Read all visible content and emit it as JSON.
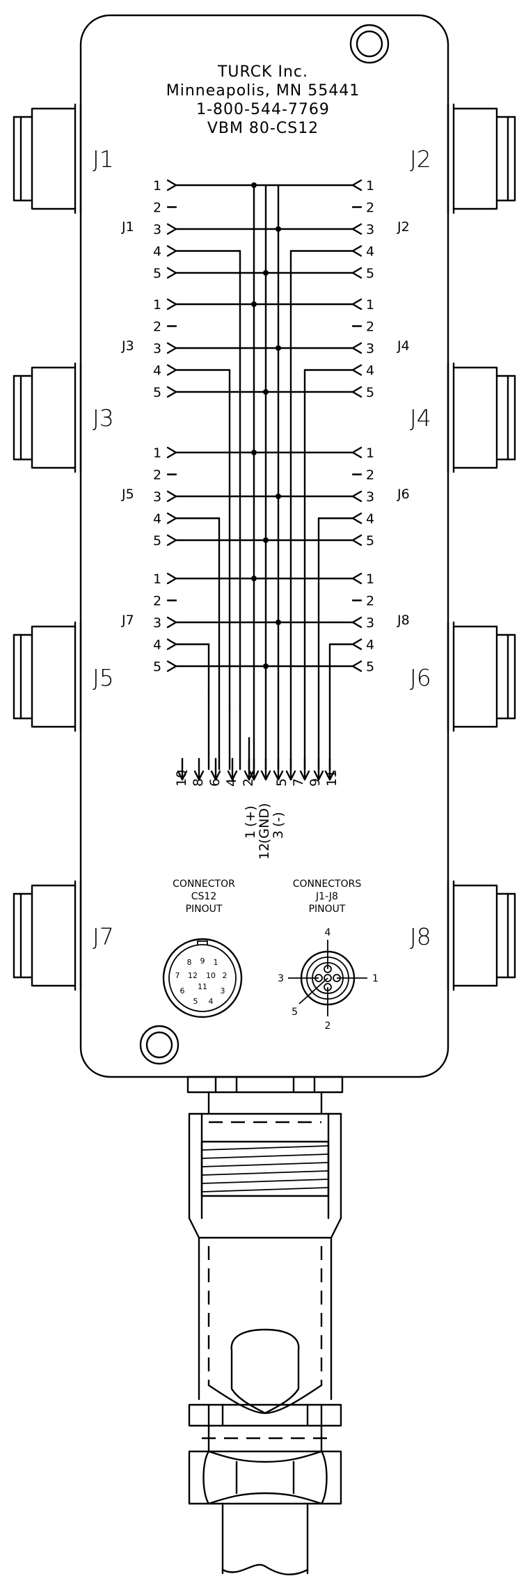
{
  "header": {
    "line1": "TURCK Inc.",
    "line2": "Minneapolis, MN 55441",
    "line3": "1-800-544-7769",
    "line4": "VBM 80-CS12"
  },
  "ports": [
    "J1",
    "J2",
    "J3",
    "J4",
    "J5",
    "J6",
    "J7",
    "J8"
  ],
  "schematic_labels": {
    "left": [
      "J1",
      "J3",
      "J5",
      "J7"
    ],
    "right": [
      "J2",
      "J4",
      "J6",
      "J8"
    ],
    "pins": [
      "1",
      "2",
      "3",
      "4",
      "5"
    ]
  },
  "outputs": {
    "labels": [
      "10",
      "8",
      "6",
      "4",
      "2",
      "1 (+)",
      "12 (GND)",
      "3 (-)",
      "5",
      "7",
      "9",
      "11"
    ],
    "out_1": "1",
    "plus": "(+)",
    "out_12": "12",
    "gnd": "(GND)",
    "out_3": "3",
    "minus": "(-)"
  },
  "connector_cs12": {
    "title1": "CONNECTOR",
    "title2": "CS12",
    "title3": "PINOUT",
    "pins": [
      "8",
      "9",
      "1",
      "7",
      "12",
      "10",
      "2",
      "11",
      "6",
      "3",
      "5",
      "4"
    ]
  },
  "connector_j": {
    "title1": "CONNECTORS",
    "title2": "J1-J8",
    "title3": "PINOUT",
    "pins": [
      "1",
      "2",
      "3",
      "4",
      "5"
    ]
  }
}
